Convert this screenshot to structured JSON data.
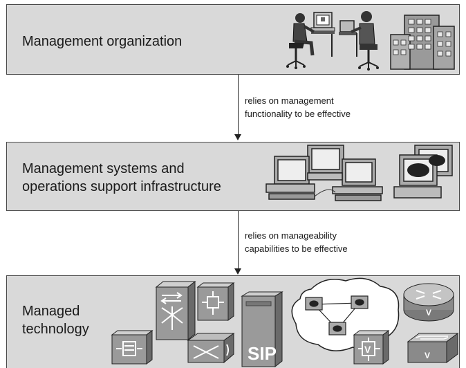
{
  "layers": [
    {
      "title_lines": [
        "Management organization"
      ]
    },
    {
      "title_lines": [
        "Management systems and",
        "operations support infrastructure"
      ]
    },
    {
      "title_lines": [
        "Managed",
        "technology"
      ]
    }
  ],
  "connectors": [
    {
      "text_lines": [
        "relies on management",
        "functionality to be effective"
      ]
    },
    {
      "text_lines": [
        "relies on manageability",
        "capabilities to be effective"
      ]
    }
  ],
  "icons": {
    "layer1": [
      "person-at-computer-icon",
      "person-at-laptop-icon",
      "office-building-icon"
    ],
    "layer2": [
      "workstation-icon",
      "network-management-console-icon"
    ],
    "layer3": [
      "multilayer-switch-icon",
      "ip-phone-switch-icon",
      "atm-switch-icon",
      "sip-server-icon",
      "network-cloud-icon",
      "router-icon",
      "voice-switch-icon"
    ],
    "sip_label": "SIP",
    "voice_label": "V"
  }
}
